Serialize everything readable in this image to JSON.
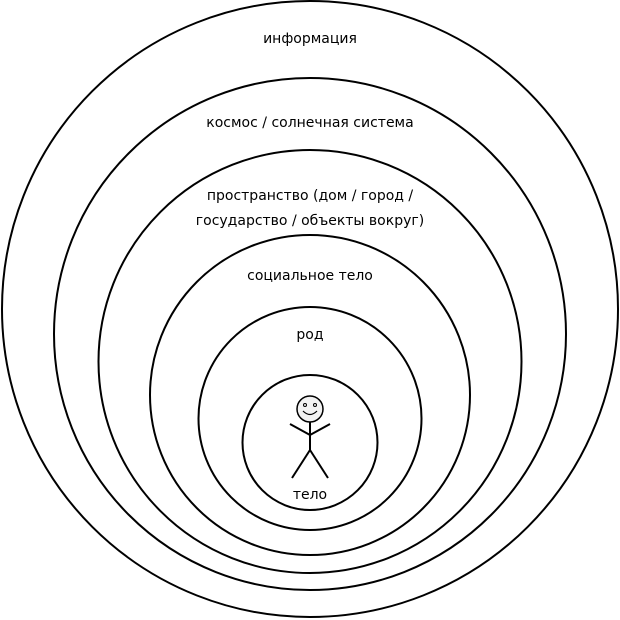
{
  "labels": {
    "information": "информация",
    "cosmos": "космос / солнечная система",
    "space_line1": "пространство (дом / город /",
    "space_line2": "государство / объекты вокруг)",
    "social_body": "социальное тело",
    "kin": "род",
    "body": "тело"
  },
  "colors": {
    "stroke": "#000000",
    "background": "#ffffff"
  }
}
